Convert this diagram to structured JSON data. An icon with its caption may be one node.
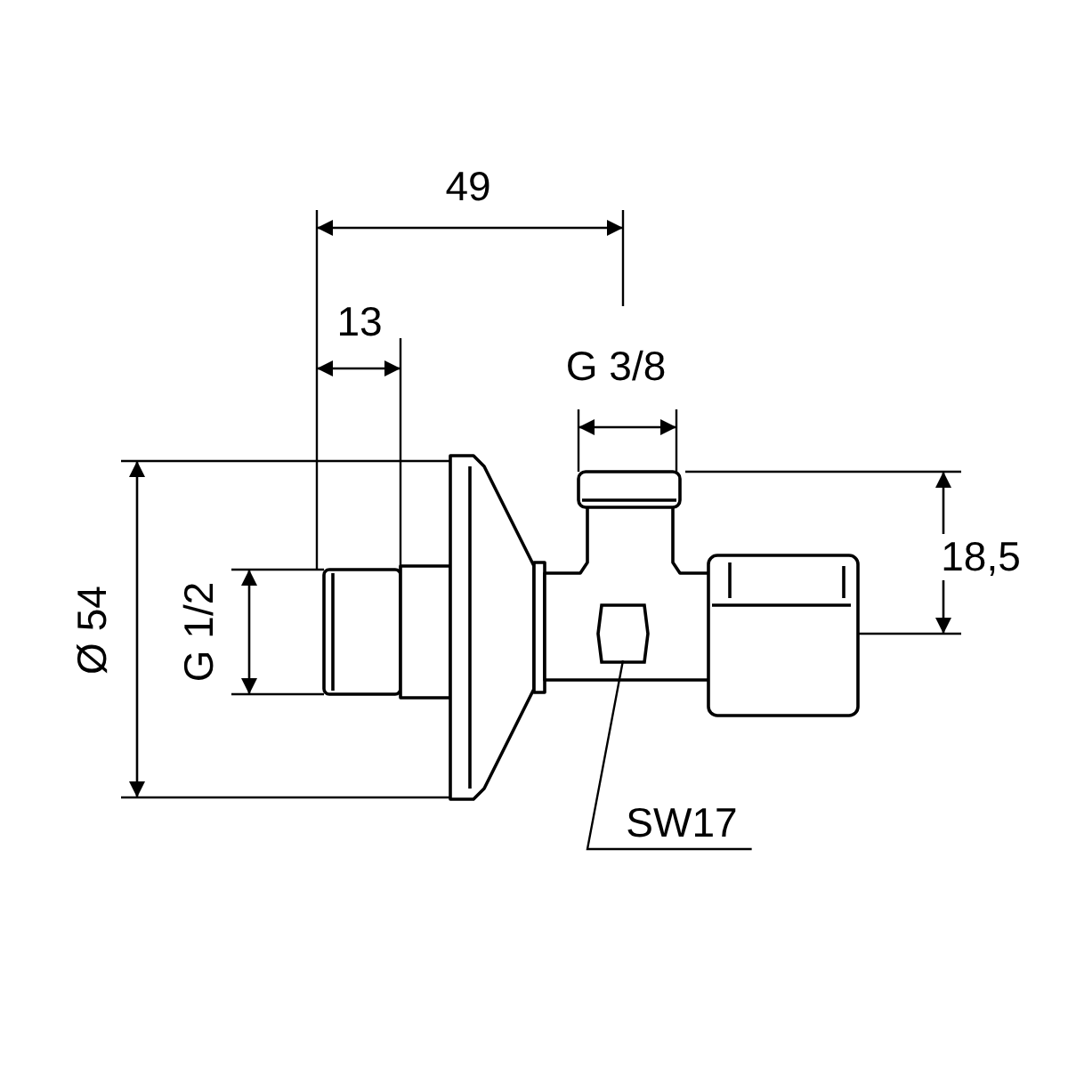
{
  "diagram": {
    "nodes": [
      {
        "text": [
          "SW17"
        ]
      },
      {
        "text": [],
        "shape": "box"
      }
    ],
    "edges": [
      {
        "from": 0,
        "to": 1,
        "arrow": "none"
      }
    ],
    "labels": [
      "49",
      "13",
      "G 3/8",
      "18,5",
      "Ø 54",
      "G 1/2"
    ]
  }
}
